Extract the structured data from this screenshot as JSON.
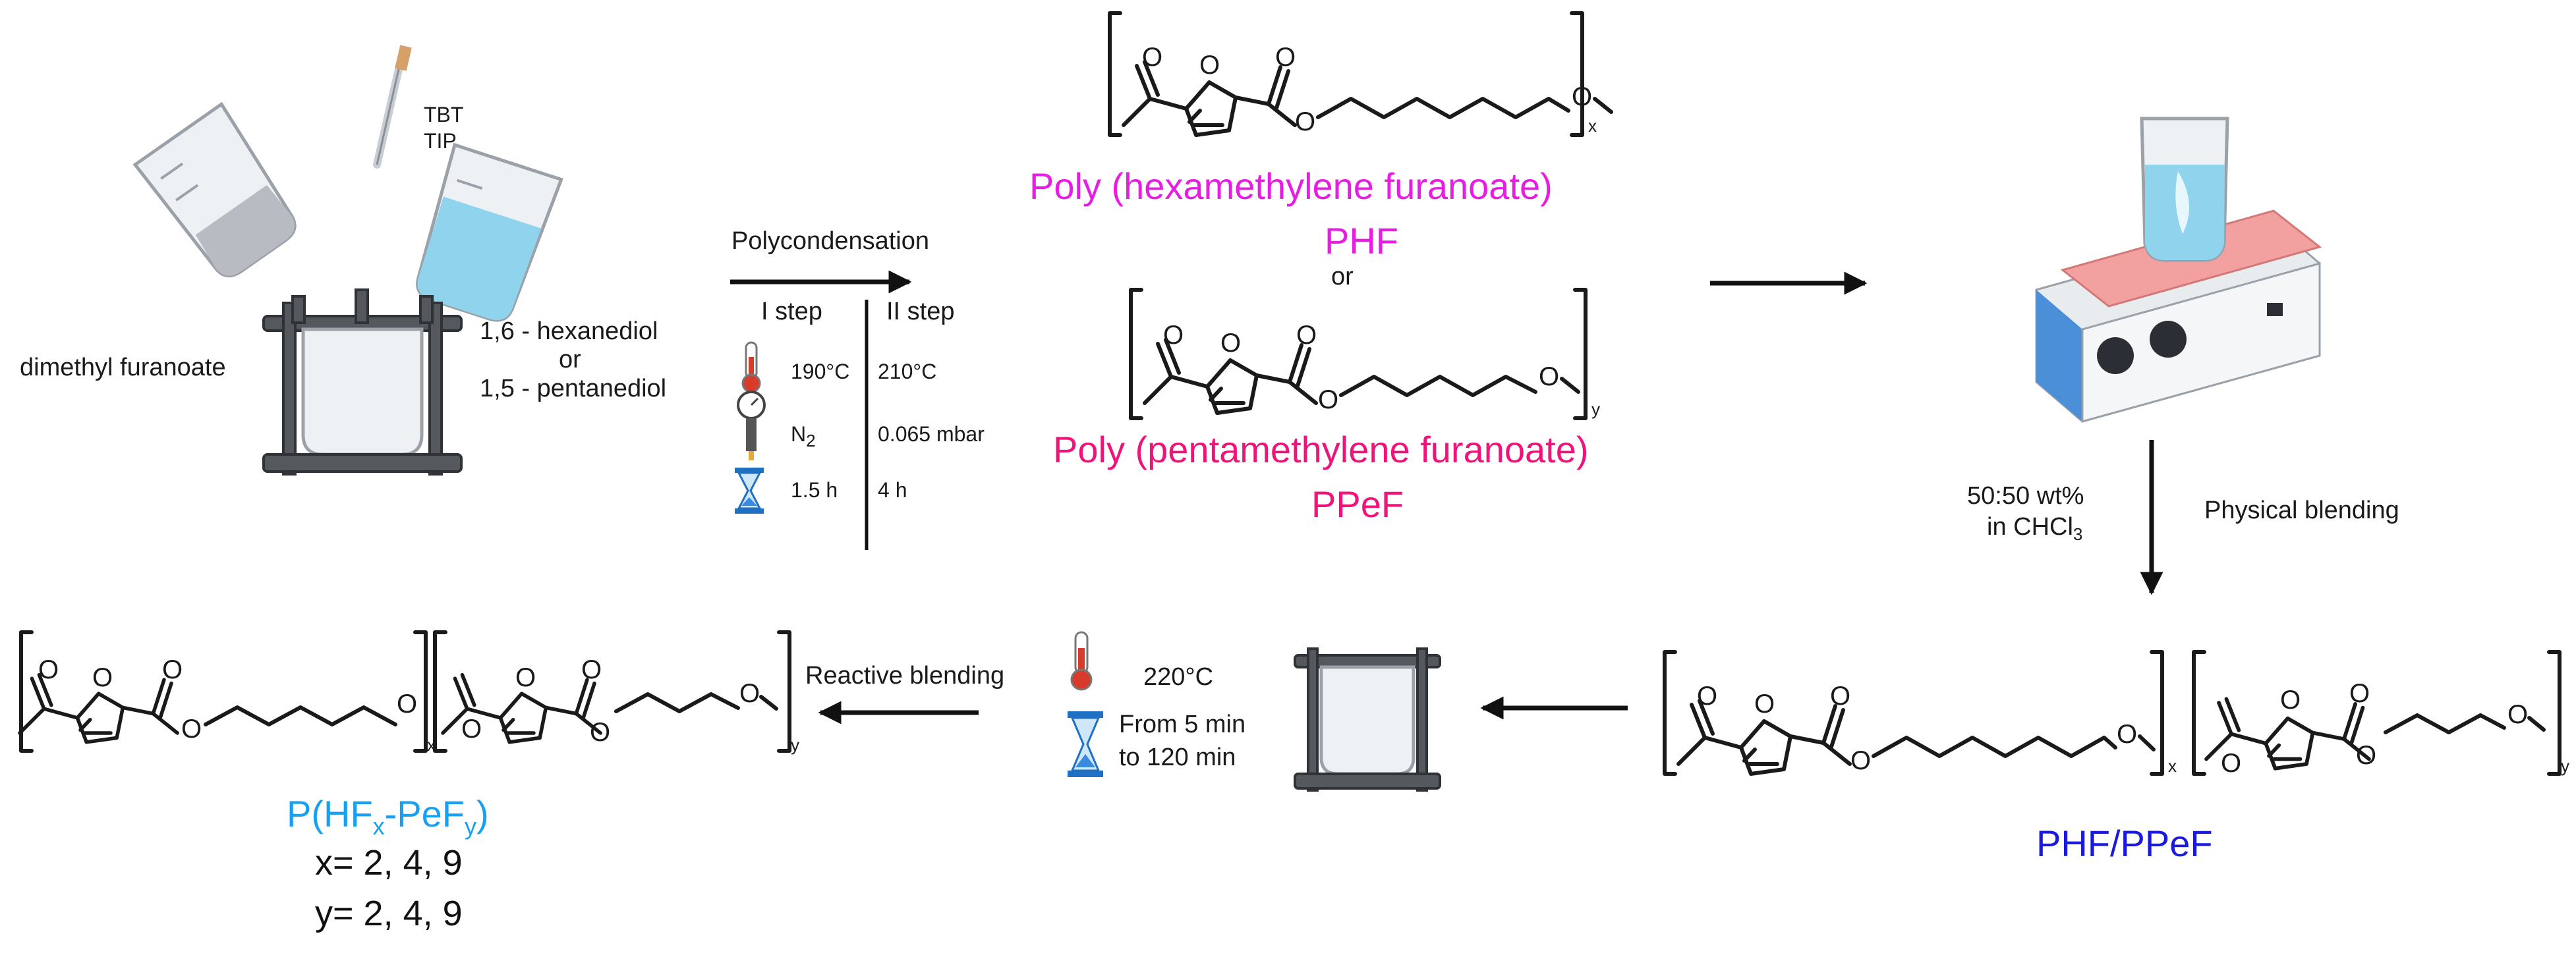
{
  "reagents": {
    "dmf": "dimethyl furanoate",
    "diol_a": "1,6 - hexanediol",
    "diol_or": "or",
    "diol_b": "1,5 - pentanediol",
    "cat_a": "TBT",
    "cat_b": "TIP"
  },
  "conditions": {
    "title": "Polycondensation",
    "step1": "I step",
    "step2": "II step",
    "temp1": "190°C",
    "temp2": "210°C",
    "press1": "N",
    "press1_sub": "2",
    "press2": "0.065 mbar",
    "time1": "1.5 h",
    "time2": "4  h"
  },
  "polymers": {
    "phf_name": "Poly (hexamethylene furanoate)",
    "phf_abbr": "PHF",
    "or": "or",
    "ppef_name": "Poly (pentamethylene furanoate)",
    "ppef_abbr": "PPeF",
    "idx_x": "x",
    "idx_y": "y"
  },
  "blend": {
    "ratio": "50:50 wt%",
    "solvent_pre": "in CHCl",
    "solvent_sub": "3",
    "method": "Physical blending",
    "label": "PHF/PPeF"
  },
  "reactive": {
    "method": "Reactive blending",
    "temp": "220°C",
    "time_a": "From 5 min",
    "time_b": "to 120 min"
  },
  "copolymer": {
    "name_p": "P(HF",
    "name_x": "x",
    "name_mid": "-PeF",
    "name_y": "y",
    "name_end": ")",
    "x_values": "x= 2, 4, 9",
    "y_values": "y= 2, 4, 9"
  },
  "atoms": {
    "O": "O"
  },
  "colors": {
    "phf": "#e81de3",
    "ppef": "#f0147a",
    "blend": "#1a1adf",
    "copolymer": "#19a0f0"
  }
}
